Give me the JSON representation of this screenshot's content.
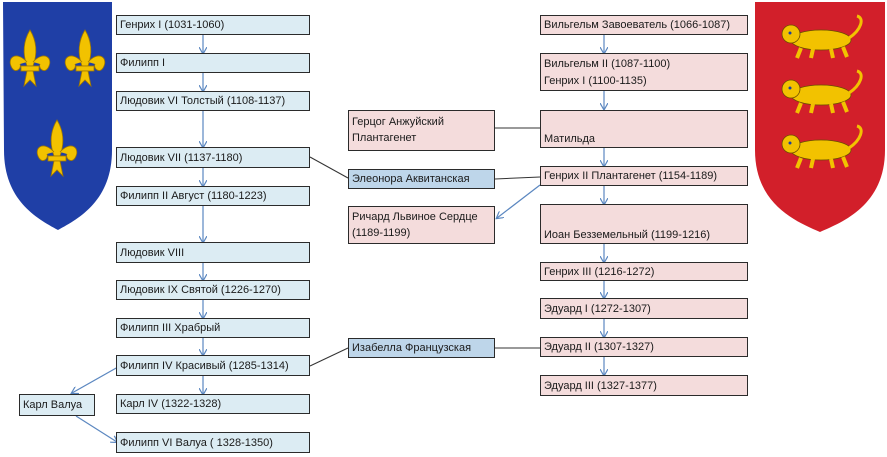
{
  "french_line": [
    "Генрих I (1031-1060)",
    "Филипп I",
    "Людовик  VI Толстый (1108-1137)",
    "Людовик  VII (1137-1180)",
    "Филипп II Август (1180-1223)",
    "Людовик VIII",
    "Людовик IX Святой (1226-1270)",
    "Филипп III Храбрый",
    "Филипп IV Красивый (1285-1314)",
    "Карл IV (1322-1328)",
    "Филипп VI Валуа ( 1328-1350)"
  ],
  "valois_side": "Карл Валуа",
  "english_line": [
    "Вильгельм Завоеватель (1066-1087)",
    "Вильгельм II (1087-1100)",
    "Генрих I (1100-1135)",
    "Матильда",
    "Генрих II Плантагенет (1154-1189)",
    "Иоан Безземельный (1199-1216)",
    "Генрих III (1216-1272)",
    "Эдуард I (1272-1307)",
    "Эдуард II (1307-1327)",
    "Эдуард III (1327-1377)"
  ],
  "middle": {
    "anjou": "Герцог Анжуйский Плантагенет",
    "eleanor": "Элеонора Аквитанская",
    "richard": "Ричард Львиное Сердце (1189-1199)",
    "isabella": "Изабелла Французская"
  },
  "colors": {
    "french_fill": "#dcecf3",
    "english_fill": "#f4dcdc",
    "bride_fill": "#bed6ea",
    "arrow": "#5b87c0",
    "france_shield": "#1f3fa6",
    "england_shield": "#d21f2a",
    "gold": "#f2c200"
  },
  "icons": [
    "france-coat-of-arms-icon",
    "england-coat-of-arms-icon"
  ]
}
